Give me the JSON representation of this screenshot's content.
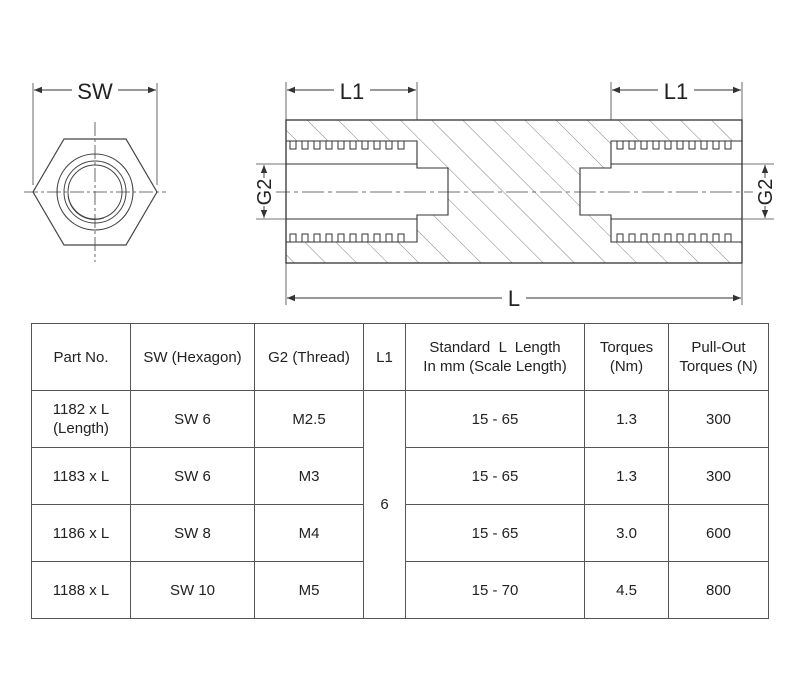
{
  "dimensions": {
    "sw": "SW",
    "l1_left": "L1",
    "l1_right": "L1",
    "g2_left": "G2",
    "g2_right": "G2",
    "l": "L"
  },
  "table": {
    "headers": {
      "part_no": "Part No.",
      "sw": "SW (Hexagon)",
      "g2": "G2 (Thread)",
      "l1": "L1",
      "std_length_1": "Standard  L  Length",
      "std_length_2": "In mm (Scale Length)",
      "torques_1": "Torques",
      "torques_2": "(Nm)",
      "pullout_1": "Pull-Out",
      "pullout_2": "Torques (N)"
    },
    "l1_value": "6",
    "rows": [
      {
        "part_no_1": "1182 x L",
        "part_no_2": "(Length)",
        "sw": "SW 6",
        "g2": "M2.5",
        "length": "15 - 65",
        "torque": "1.3",
        "pullout": "300"
      },
      {
        "part_no_1": "1183 x L",
        "part_no_2": "",
        "sw": "SW 6",
        "g2": "M3",
        "length": "15 - 65",
        "torque": "1.3",
        "pullout": "300"
      },
      {
        "part_no_1": "1186 x L",
        "part_no_2": "",
        "sw": "SW 8",
        "g2": "M4",
        "length": "15 - 65",
        "torque": "3.0",
        "pullout": "600"
      },
      {
        "part_no_1": "1188 x L",
        "part_no_2": "",
        "sw": "SW 10",
        "g2": "M5",
        "length": "15 - 70",
        "torque": "4.5",
        "pullout": "800"
      }
    ]
  }
}
